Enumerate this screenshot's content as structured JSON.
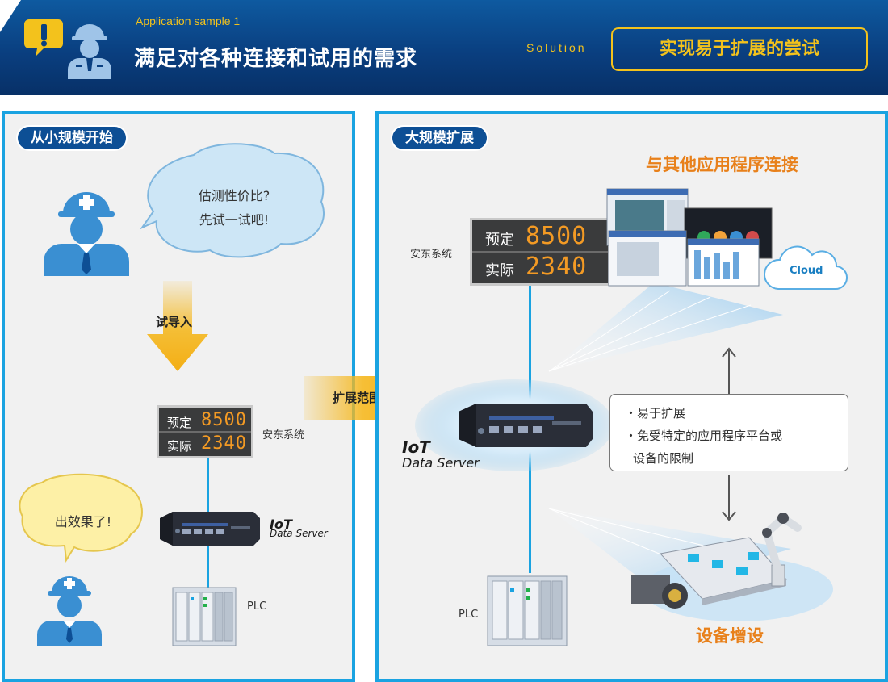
{
  "header": {
    "app_sample": "Application sample 1",
    "title": "满足对各种连接和试用的需求",
    "solution_label": "Solution",
    "solution_text": "实现易于扩展的尝试"
  },
  "left_panel": {
    "pill": "从小规模开始",
    "bubble_top": [
      "估测性价比?",
      "先试一试吧!"
    ],
    "trial_label": "试导入",
    "display": {
      "row1_label": "预定",
      "row1_value": "8500",
      "row2_label": "实际",
      "row2_value": "2340"
    },
    "andon_label": "安东系统",
    "bubble_bottom": "出效果了!",
    "iot_line1": "IoT",
    "iot_line2": "Data Server",
    "plc_label": "PLC"
  },
  "arrow_label": "扩展范围",
  "right_panel": {
    "pill": "大规模扩展",
    "connect_title": "与其他应用程序连接",
    "andon_label": "安东系统",
    "display": {
      "row1_label": "预定",
      "row1_value": "8500",
      "row2_label": "实际",
      "row2_value": "2340"
    },
    "cloud_label": "Cloud",
    "iot_line1": "IoT",
    "iot_line2": "Data Server",
    "notes": [
      "・易于扩展",
      "・免受特定的应用程序平台或",
      "设备的限制"
    ],
    "plc_label": "PLC",
    "equipment_title": "设备增设"
  },
  "colors": {
    "header_blue": "#0a3f80",
    "accent_yellow": "#f3c21c",
    "frame_blue": "#1aa3e1",
    "pill_navy": "#0d4f95",
    "orange": "#e8801a",
    "led_digits": "#f39a24"
  }
}
